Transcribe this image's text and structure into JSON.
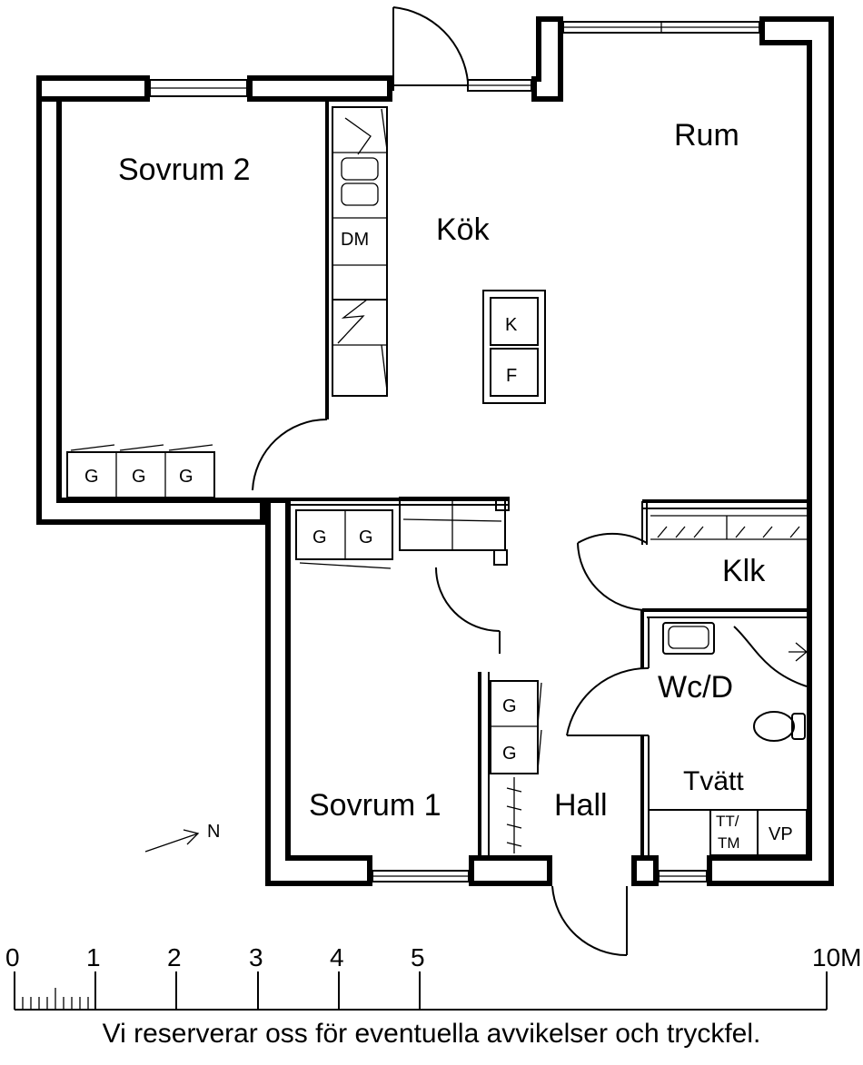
{
  "rooms": {
    "sovrum2": "Sovrum 2",
    "kok": "Kök",
    "rum": "Rum",
    "klk": "Klk",
    "wcd": "Wc/D",
    "tvatt": "Tvätt",
    "sovrum1": "Sovrum 1",
    "hall": "Hall"
  },
  "appliances": {
    "dm": "DM",
    "k": "K",
    "f": "F",
    "g": "G",
    "tt_line1": "TT/",
    "tt_line2": "TM",
    "vp": "VP"
  },
  "compass": {
    "label": "N"
  },
  "scale": {
    "ticks": [
      "0",
      "1",
      "2",
      "3",
      "4",
      "5",
      "10M"
    ]
  },
  "disclaimer": "Vi reserverar oss för eventuella avvikelser och tryckfel."
}
